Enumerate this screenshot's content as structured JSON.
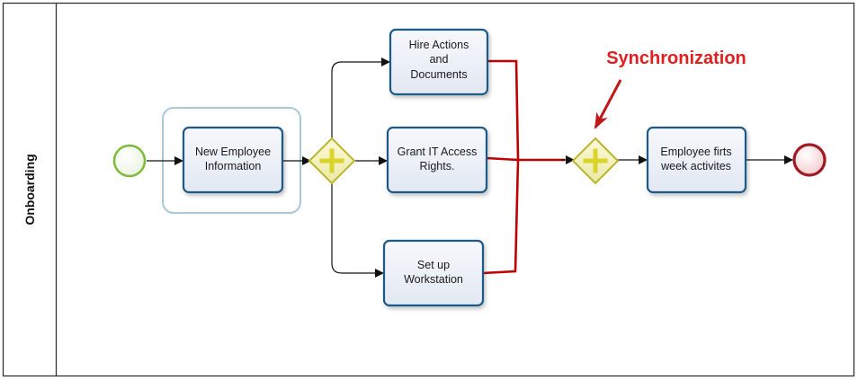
{
  "lane": {
    "label": "Onboarding"
  },
  "annotation": {
    "text": "Synchronization",
    "color": "#e02020"
  },
  "colors": {
    "task_border": "#1f5a8a",
    "task_fill": "#eef2f8",
    "start_event": "#7dbb3c",
    "end_event": "#a01a24",
    "gateway": "#b9b62e",
    "highlight_flow": "#c00000",
    "subprocess_border": "#a8c8d8"
  },
  "events": {
    "start": {
      "icon": "start-event-circle"
    },
    "end": {
      "icon": "end-event-circle"
    }
  },
  "gateways": {
    "split": {
      "icon": "parallel-gateway-plus-icon"
    },
    "join": {
      "icon": "parallel-gateway-plus-icon"
    }
  },
  "tasks": {
    "new_employee": {
      "lines": [
        "New Employee",
        "Information"
      ]
    },
    "hire_actions": {
      "lines": [
        "Hire Actions",
        "and",
        "Documents"
      ]
    },
    "grant_it": {
      "lines": [
        "Grant IT Access",
        "Rights."
      ]
    },
    "workstation": {
      "lines": [
        "Set up",
        "Workstation"
      ]
    },
    "first_week": {
      "lines": [
        "Employee firts",
        "week activites"
      ]
    }
  }
}
